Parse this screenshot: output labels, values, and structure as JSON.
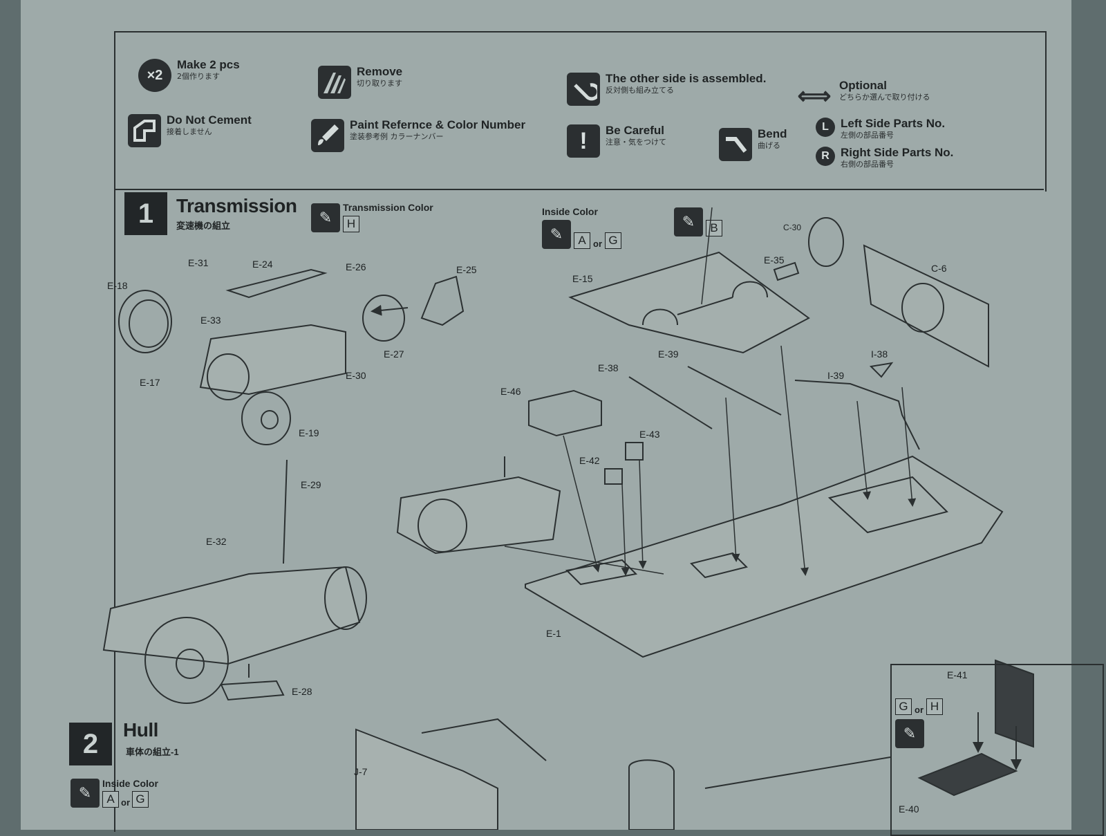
{
  "legend": {
    "make2": {
      "badge": "×2",
      "title": "Make 2 pcs",
      "sub": "2個作ります"
    },
    "remove": {
      "title": "Remove",
      "sub": "切り取ります"
    },
    "other_side": {
      "title": "The other side is assembled.",
      "sub": "反対側も組み立てる"
    },
    "optional": {
      "title": "Optional",
      "sub": "どちらか選んで取り付ける"
    },
    "no_cement": {
      "title": "Do Not Cement",
      "sub": "接着しません"
    },
    "paint_ref": {
      "title": "Paint Refernce & Color Number",
      "sub": "塗装参考例 カラーナンバー"
    },
    "careful": {
      "badge": "!",
      "title": "Be Careful",
      "sub": "注意・気をつけて"
    },
    "bend": {
      "title": "Bend",
      "sub": "曲げる"
    },
    "left_side": {
      "badge": "L",
      "title": "Left Side Parts No.",
      "sub": "左側の部品番号"
    },
    "right_side": {
      "badge": "R",
      "title": "Right Side Parts No.",
      "sub": "右側の部品番号"
    }
  },
  "step1": {
    "number": "1",
    "title": "Transmission",
    "sub": "変速機の組立",
    "transmission_color_label": "Transmission Color",
    "transmission_color": "H",
    "inside_color_label": "Inside Color",
    "inside_color_a": "A",
    "or": "or",
    "inside_color_b": "G",
    "floor_color": "B"
  },
  "step2": {
    "number": "2",
    "title": "Hull",
    "sub": "車体の組立-1",
    "inside_color_label": "Inside Color",
    "inside_color_a": "A",
    "or": "or",
    "inside_color_b": "G"
  },
  "inset": {
    "color_a": "G",
    "or": "or",
    "color_b": "H"
  },
  "part_labels": {
    "E31": "E-31",
    "E24": "E-24",
    "E26": "E-26",
    "E25": "E-25",
    "E18": "E-18",
    "E33": "E-33",
    "E27": "E-27",
    "E30": "E-30",
    "E17": "E-17",
    "E19": "E-19",
    "E29": "E-29",
    "E32": "E-32",
    "E28": "E-28",
    "E15": "E-15",
    "E35": "E-35",
    "C30": "C-30",
    "C6": "C-6",
    "E39": "E-39",
    "E38": "E-38",
    "I38": "I-38",
    "I39": "I-39",
    "E46": "E-46",
    "E43": "E-43",
    "E42": "E-42",
    "E1": "E-1",
    "E41": "E-41",
    "J7": "J-7",
    "E40": "E-40"
  },
  "colors": {
    "paper": "#9eaaa9",
    "ink": "#2a2f30",
    "background": "#5f6d6e"
  },
  "icons": {
    "remove": "cutter-icon",
    "other_side": "rotate-arrow-icon",
    "optional": "double-arrow-icon",
    "no_cement": "no-glue-icon",
    "paint_ref": "paint-brush-icon",
    "careful": "exclamation-icon",
    "bend": "bend-icon"
  }
}
